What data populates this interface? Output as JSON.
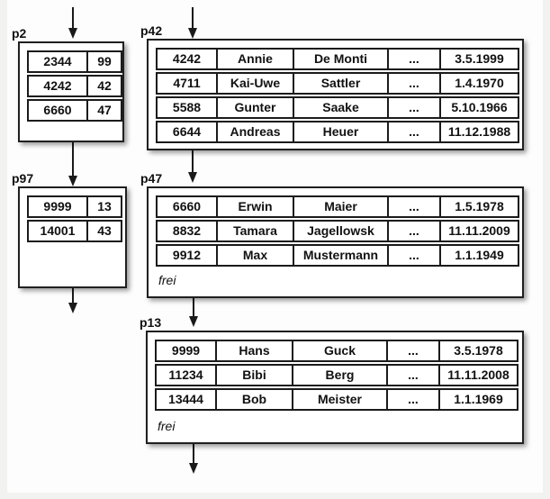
{
  "colors": {
    "line": "#1a1a1a",
    "box_background": "#ffffff",
    "page_margin": "#f2f2f1"
  },
  "boxes": {
    "p2": {
      "label": "p2",
      "rows": [
        [
          "2344",
          "99"
        ],
        [
          "4242",
          "42"
        ],
        [
          "6660",
          "47"
        ]
      ]
    },
    "p97": {
      "label": "p97",
      "rows": [
        [
          "9999",
          "13"
        ],
        [
          "14001",
          "43"
        ]
      ]
    },
    "p42": {
      "label": "p42",
      "rows": [
        [
          "4242",
          "Annie",
          "De Monti",
          "...",
          "3.5.1999"
        ],
        [
          "4711",
          "Kai-Uwe",
          "Sattler",
          "...",
          "1.4.1970"
        ],
        [
          "5588",
          "Gunter",
          "Saake",
          "...",
          "5.10.1966"
        ],
        [
          "6644",
          "Andreas",
          "Heuer",
          "...",
          "11.12.1988"
        ]
      ]
    },
    "p47": {
      "label": "p47",
      "free_label": "frei",
      "rows": [
        [
          "6660",
          "Erwin",
          "Maier",
          "...",
          "1.5.1978"
        ],
        [
          "8832",
          "Tamara",
          "Jagellowsk",
          "...",
          "11.11.2009"
        ],
        [
          "9912",
          "Max",
          "Mustermann",
          "...",
          "1.1.1949"
        ]
      ]
    },
    "p13": {
      "label": "p13",
      "free_label": "frei",
      "rows": [
        [
          "9999",
          "Hans",
          "Guck",
          "...",
          "3.5.1978"
        ],
        [
          "11234",
          "Bibi",
          "Berg",
          "...",
          "11.11.2008"
        ],
        [
          "13444",
          "Bob",
          "Meister",
          "...",
          "1.1.1969"
        ]
      ]
    }
  }
}
